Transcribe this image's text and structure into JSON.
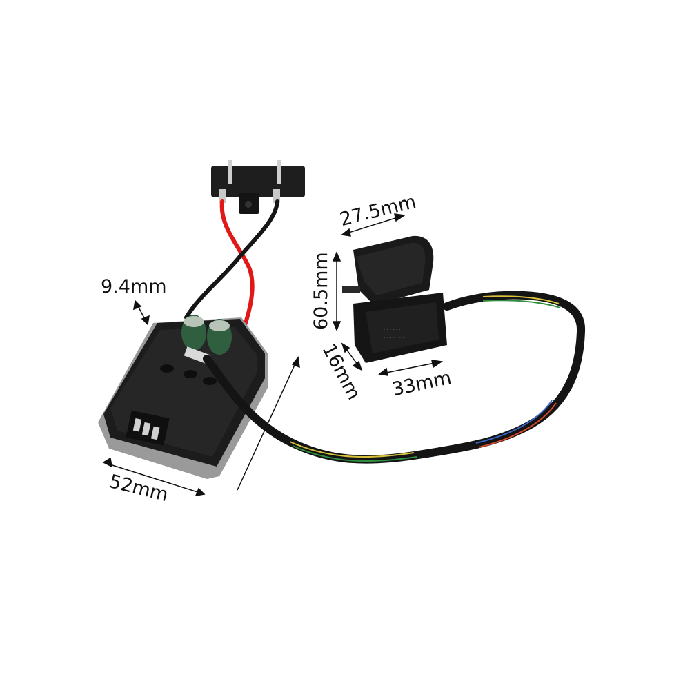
{
  "product": {
    "dimensions": {
      "board_height": "9.4mm",
      "board_width": "52mm",
      "switch_top_width": "27.5mm",
      "switch_height": "60.5mm",
      "switch_depth": "16mm",
      "switch_base_width": "33mm"
    }
  },
  "colors": {
    "background": "#ffffff",
    "wire_red": "#e01818",
    "wire_black": "#161616",
    "housing_black": "#1c1c1c",
    "board_rim_gray": "#9a9a9a",
    "capacitor_green": "#2f5f3f"
  }
}
